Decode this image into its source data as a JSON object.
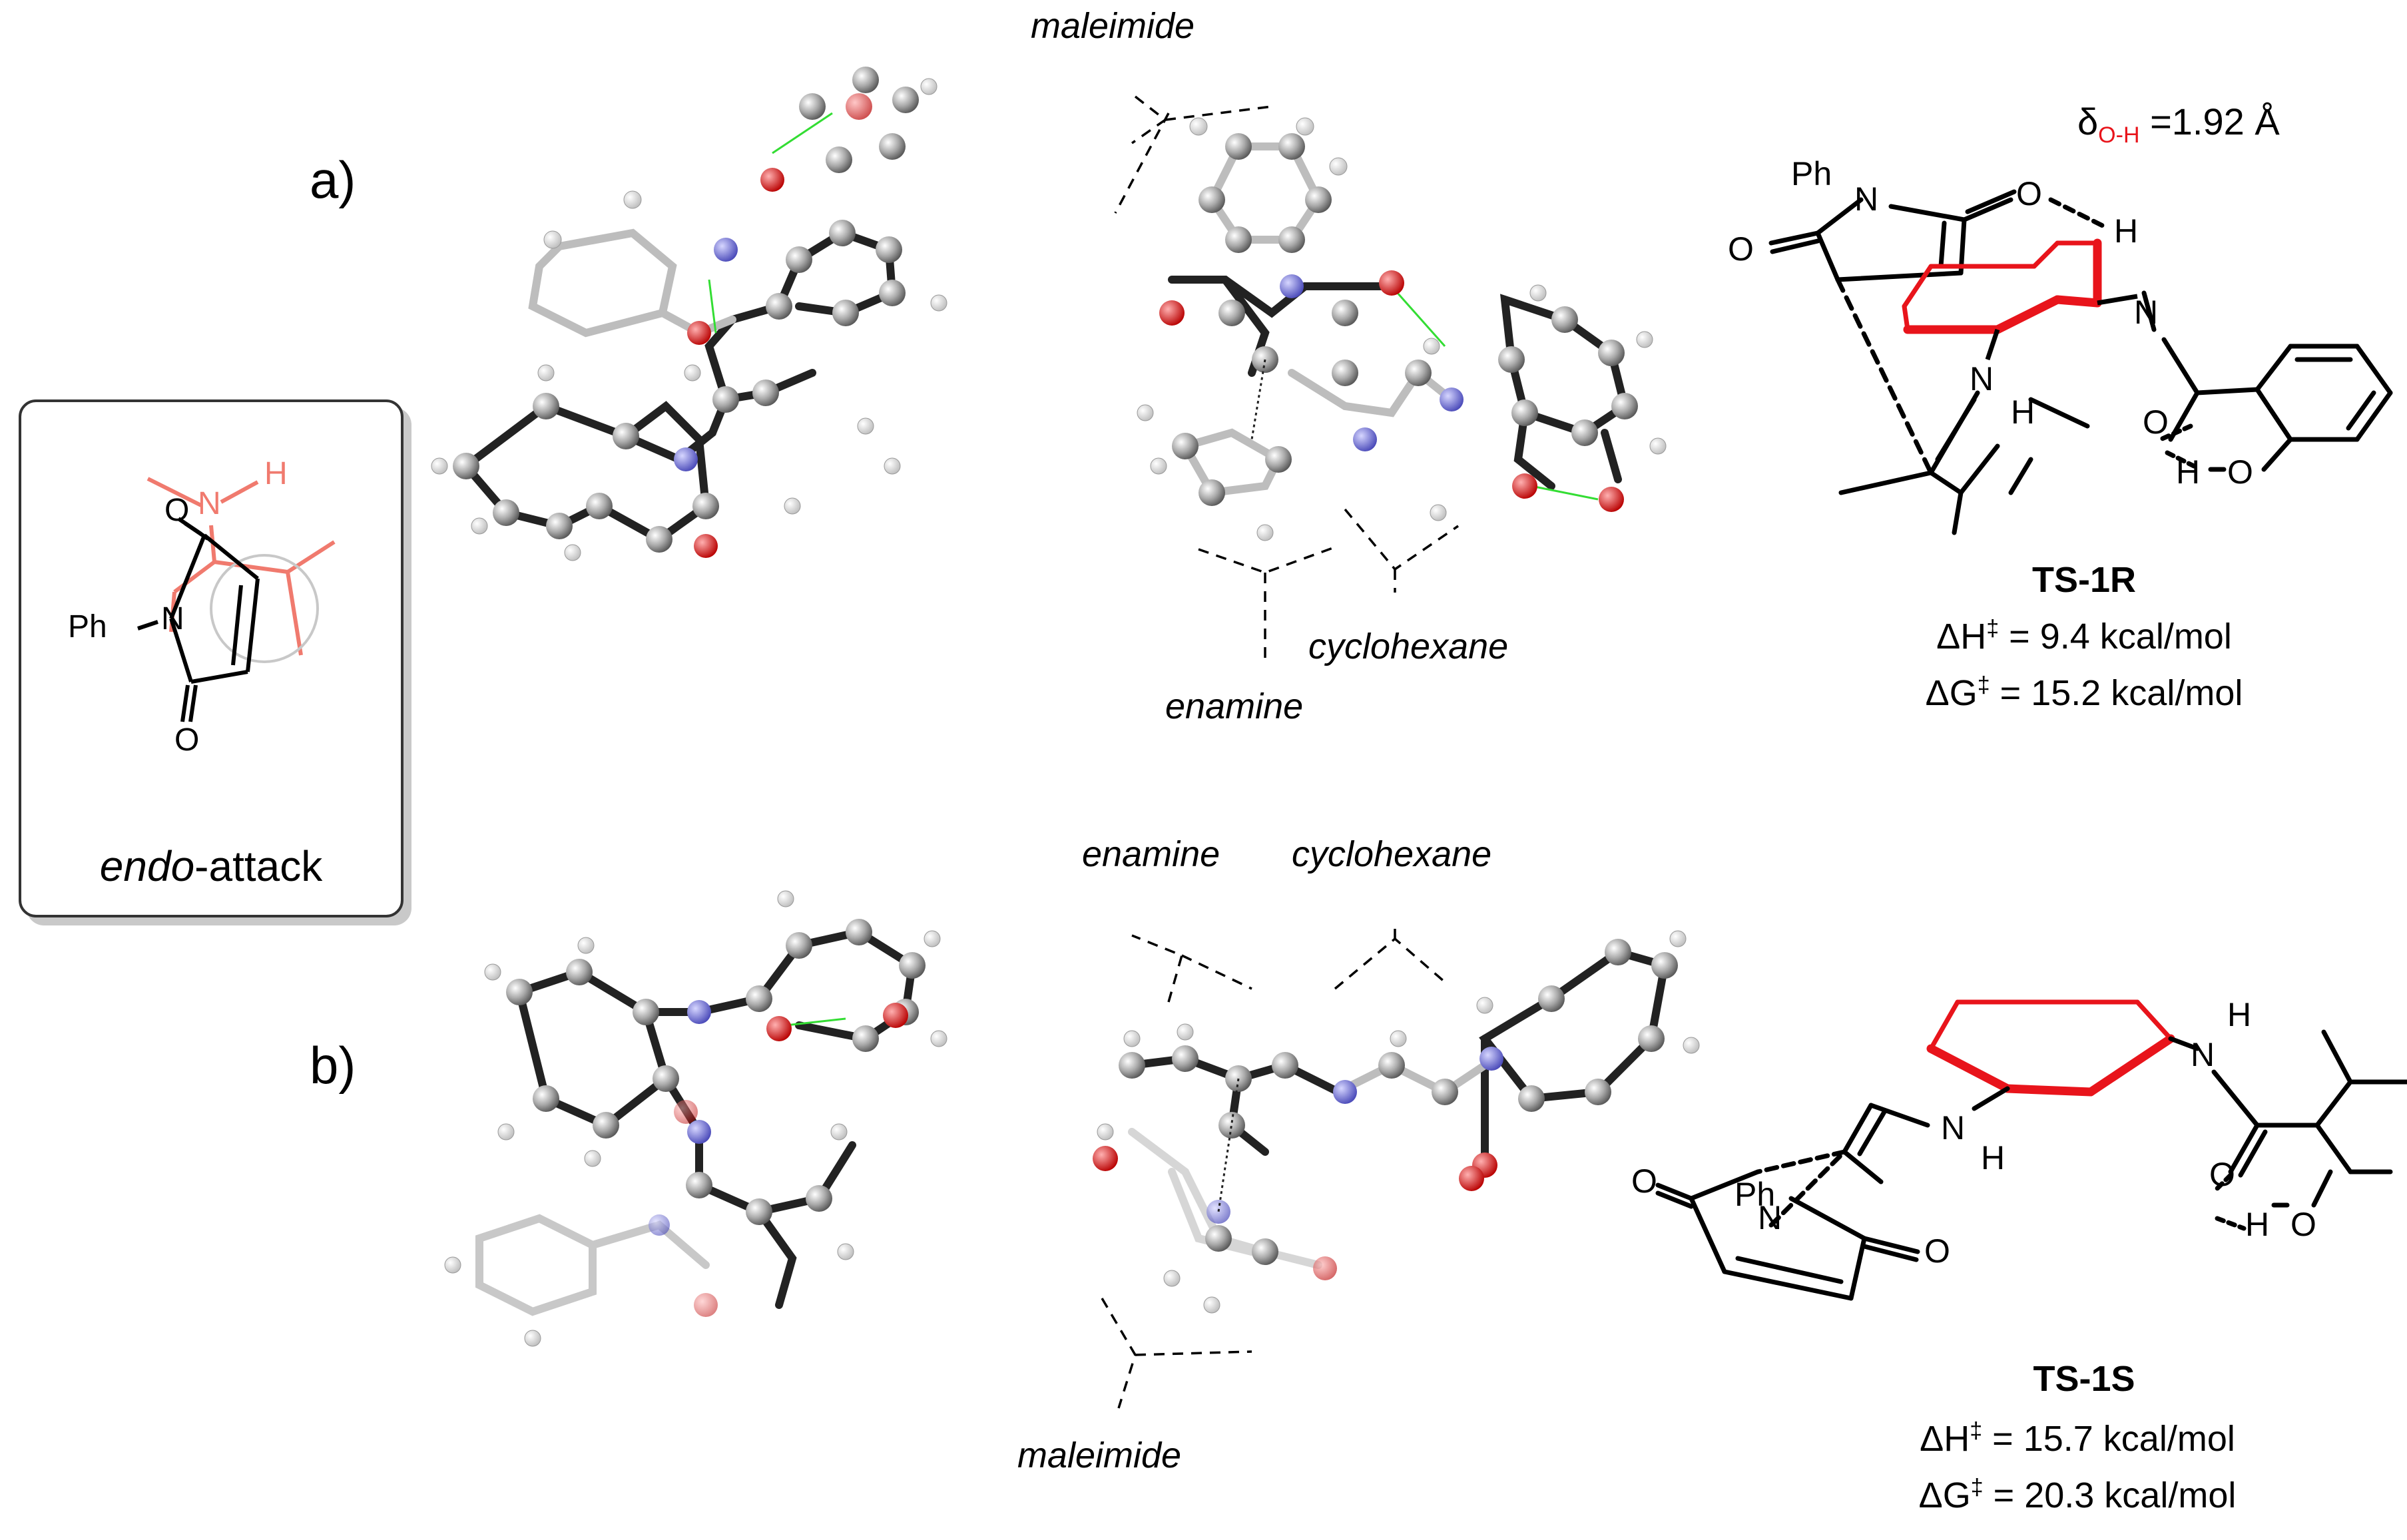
{
  "panels": {
    "a": {
      "label": "a)"
    },
    "b": {
      "label": "b)"
    }
  },
  "fragment_labels": {
    "a_maleimide": "maleimide",
    "a_enamine": "enamine",
    "a_cyclohexane": "cyclohexane",
    "b_enamine": "enamine",
    "b_cyclohexane": "cyclohexane",
    "b_maleimide": "maleimide"
  },
  "inset": {
    "caption_italic": "endo",
    "caption_rest": "-attack",
    "atom_ph": "Ph",
    "atom_n": "N",
    "atom_o_top": "O",
    "atom_o_bottom": "O",
    "atom_nh_n": "N",
    "atom_nh_h": "H"
  },
  "ts1r": {
    "name": "TS-1R",
    "delta_symbol": "δ",
    "distance_sub": "O-H",
    "distance_value": "=1.92 Å",
    "dH_prefix": "ΔH",
    "dH_sup": "‡",
    "dH_value": " = 9.4 kcal/mol",
    "dG_prefix": "ΔG",
    "dG_sup": "‡",
    "dG_value": " = 15.2 kcal/mol",
    "atoms": {
      "ph": "Ph",
      "n1": "N",
      "o1": "O",
      "o2": "O",
      "h1": "H",
      "n2": "N",
      "n3": "N",
      "h3": "H",
      "o3": "O",
      "h4": "H",
      "o4": "O"
    }
  },
  "ts1s": {
    "name": "TS-1S",
    "dH_prefix": "ΔH",
    "dH_sup": "‡",
    "dH_value": " = 15.7 kcal/mol",
    "dG_prefix": "ΔG",
    "dG_sup": "‡",
    "dG_value": " = 20.3 kcal/mol",
    "atoms": {
      "ph": "Ph",
      "n1": "N",
      "o1": "O",
      "o2": "O",
      "n2": "N",
      "h2": "H",
      "n3": "N",
      "h3": "H",
      "o3": "O",
      "h4": "H",
      "o4": "O"
    }
  },
  "colors": {
    "carbon": "#9a9a9a",
    "hydrogen": "#f2f2f2",
    "nitrogen": "#6f6fd6",
    "oxygen": "#e01010",
    "hbond": "#22dd22",
    "highlight": "#e8141b",
    "inset_red": "#f07a6e"
  }
}
